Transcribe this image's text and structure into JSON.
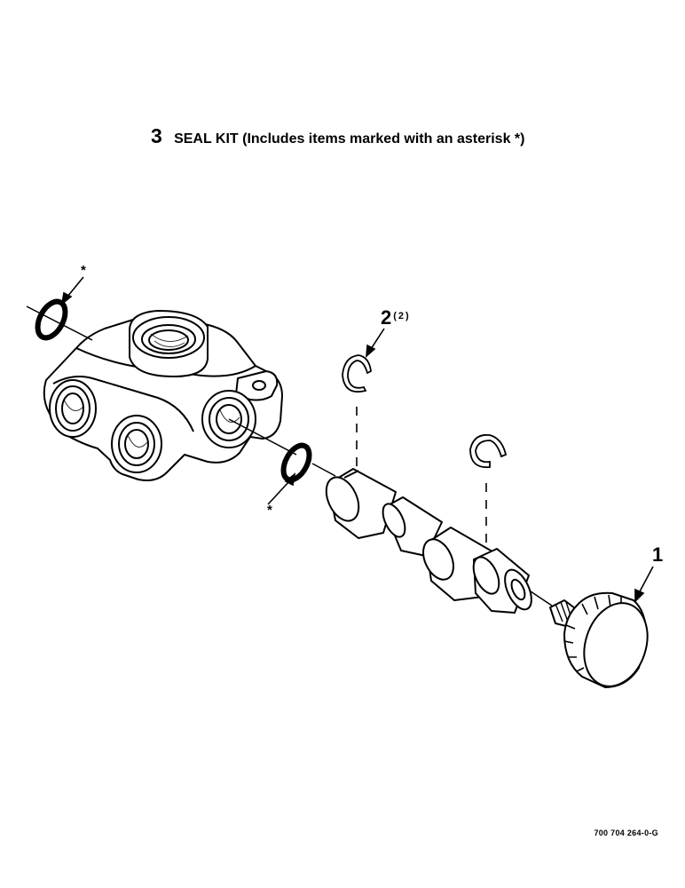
{
  "heading": {
    "number": "3",
    "text": "SEAL KIT (Includes items marked with an asterisk *)"
  },
  "callouts": {
    "item1": "1",
    "item2": "2",
    "item2_qty": "(2)",
    "asterisk_top": "*",
    "asterisk_mid": "*"
  },
  "part_number": "700 704 264-0-G"
}
